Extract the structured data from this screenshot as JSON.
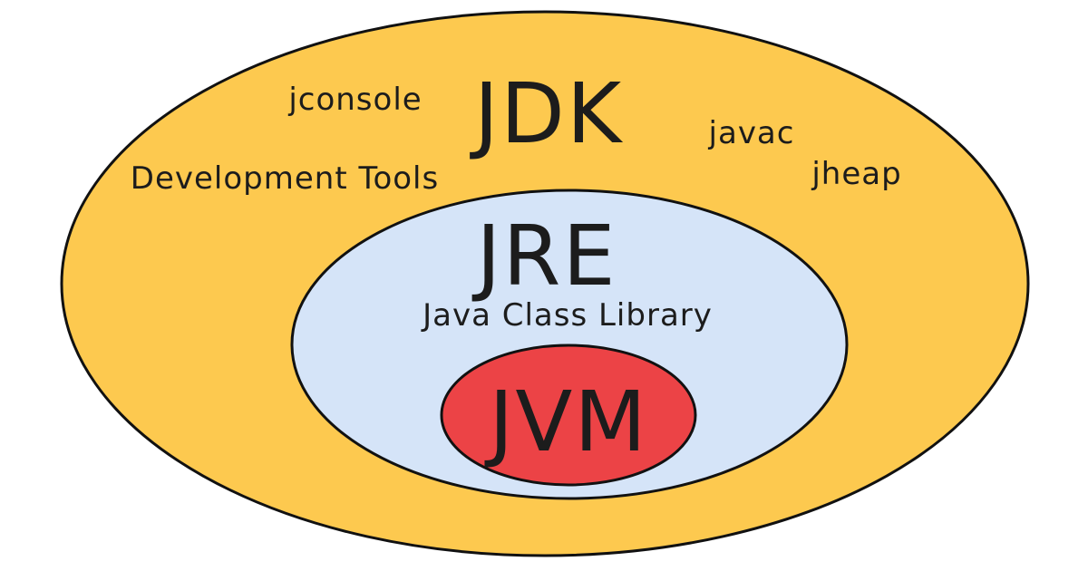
{
  "colors": {
    "jdk_fill": "#FDC94F",
    "jre_fill": "#D5E4F8",
    "jvm_fill": "#EC4346",
    "outline": "#111111",
    "text": "#1C1C1C"
  },
  "jdk": {
    "title": "JDK",
    "tools": {
      "jconsole": "jconsole",
      "development_tools": "Development Tools",
      "javac": "javac",
      "jheap": "jheap"
    }
  },
  "jre": {
    "title": "JRE",
    "library": "Java Class Library"
  },
  "jvm": {
    "title": "JVM"
  }
}
